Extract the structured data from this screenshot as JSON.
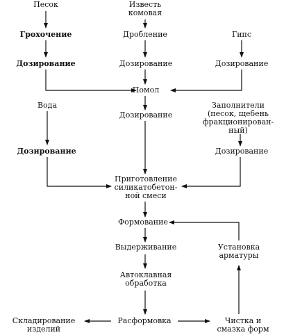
{
  "nodes": {
    "pesok": "Песок",
    "izvest": "Известь\nкомовая",
    "grohochenie": "Грохочение",
    "droblenie": "Дробление",
    "gips": "Гипс",
    "doz1": "Дозирование",
    "doz2": "Дозирование",
    "doz3": "Дозирование",
    "pomol": "Помол",
    "voda": "Вода",
    "doz_pomol": "Дозирование",
    "zapolniteli": "Заполнители\n(песок, щебень\nфракционирован-\nный)",
    "doz_voda": "Дозирование",
    "doz_zap": "Дозирование",
    "prigotovlenie": "Приготовление\nсиликатобетон-\nной смеси",
    "formovanie": "Формование",
    "vyderzhivanie": "Выдерживание",
    "ustanovka": "Установка\nарматуры",
    "avtoklav": "Автоклавная\nобработка",
    "skladirovanie": "Складирование\nизделий",
    "rasformovka": "Расформовка",
    "chistka": "Чистка и\nсмазка форм"
  },
  "colors": {
    "line": "#111111",
    "text": "#111111",
    "background": "#ffffff"
  }
}
